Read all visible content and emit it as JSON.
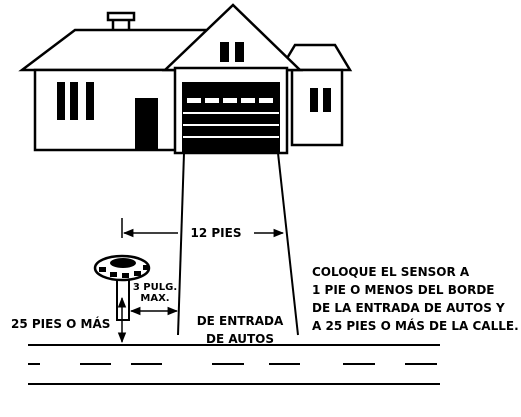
{
  "colors": {
    "ink": "#000000",
    "paper": "#ffffff"
  },
  "labels": {
    "width_label": "12 PIES",
    "gap_line1": "3 PULG.",
    "gap_line2": "MAX.",
    "driveway_line1": "DE ENTRADA",
    "driveway_line2": "DE AUTOS",
    "distance_label": "25 PIES O MÁS"
  },
  "instruction": {
    "line1": "COLOQUE EL SENSOR A",
    "line2": "1 PIE O MENOS DEL BORDE",
    "line3": "DE LA ENTRADA DE AUTOS Y",
    "line4": "A 25 PIES O MÁS DE LA CALLE."
  },
  "icons": [
    "house-icon",
    "garage-door-icon",
    "sensor-icon",
    "arrow-icon"
  ]
}
